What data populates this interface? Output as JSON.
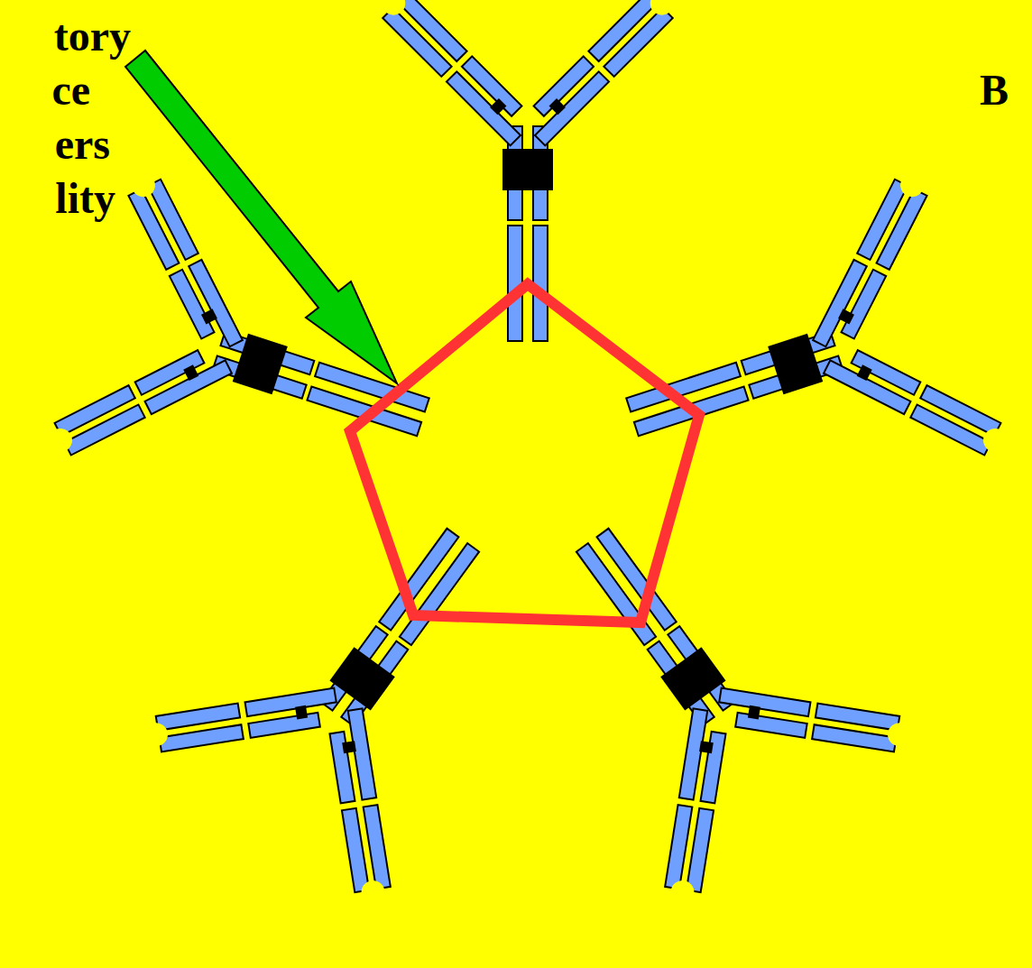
{
  "diagram": {
    "labels": [
      "tory",
      "ce",
      "ers",
      "lity",
      "B"
    ]
  }
}
